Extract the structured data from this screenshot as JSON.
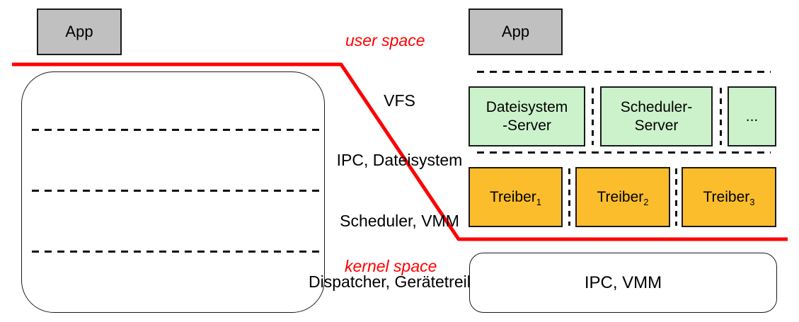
{
  "diagram": {
    "boundary_labels": {
      "user_space": "user space",
      "kernel_space": "kernel space"
    },
    "monolithic": {
      "app": "App",
      "layers": [
        "VFS",
        "IPC, Dateisystem",
        "Scheduler, VMM",
        "Dispatcher, Gerätetreiber"
      ]
    },
    "microkernel": {
      "app": "App",
      "servers": [
        {
          "line1": "Dateisystem",
          "line2": "-Server"
        },
        {
          "line1": "Scheduler-",
          "line2": "Server"
        },
        {
          "line1": "..."
        }
      ],
      "drivers": [
        {
          "base": "Treiber",
          "sub": "1"
        },
        {
          "base": "Treiber",
          "sub": "2"
        },
        {
          "base": "Treiber",
          "sub": "3"
        }
      ],
      "kernel_box": "IPC, VMM"
    },
    "colors": {
      "app_fill": "#C0C0C0",
      "server_fill": "#CCF2CC",
      "driver_fill": "#FCBD2C",
      "boundary_red": "#FF0000",
      "outline": "#1A1A1A"
    }
  }
}
